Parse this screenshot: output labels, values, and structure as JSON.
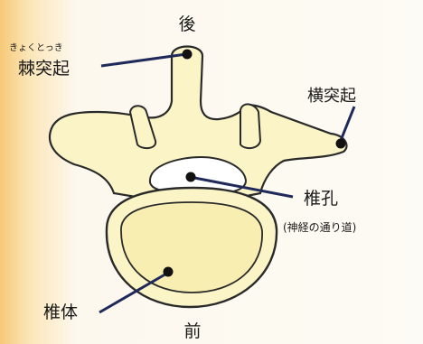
{
  "labels": {
    "posterior": "後",
    "anterior": "前",
    "spinous_reading": "きょくとっき",
    "spinous_process": "棘突起",
    "transverse_process": "横突起",
    "vertebral_foramen": "椎孔",
    "vertebral_foramen_note": "(神経の通り道)",
    "vertebral_body": "椎体"
  },
  "colors": {
    "bone_fill": "#fbf4c6",
    "body_inner_fill": "#f8eeb1",
    "outline": "#2a2a2a",
    "leader_line": "#1f2a5a",
    "marker": "#111111",
    "background_warm": "#f6c978",
    "background_light": "#fdfbf5"
  }
}
